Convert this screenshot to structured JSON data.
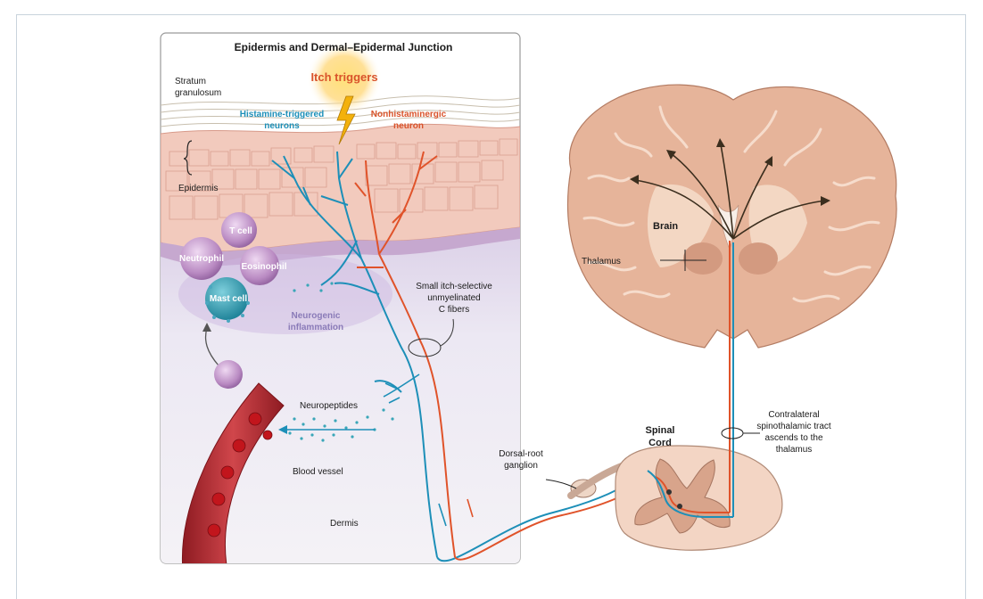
{
  "panel": {
    "title": "Epidermis and Dermal–Epidermal Junction"
  },
  "labels": {
    "itch_triggers": "Itch triggers",
    "stratum_1": "Stratum",
    "stratum_2": "granulosum",
    "epidermis": "Epidermis",
    "histamine_1": "Histamine-triggered",
    "histamine_2": "neurons",
    "nonhist_1": "Nonhistaminergic",
    "nonhist_2": "neuron",
    "t_cell": "T cell",
    "neutrophil": "Neutrophil",
    "eosinophil": "Eosinophil",
    "mast_cell": "Mast cell",
    "neurogenic_1": "Neurogenic",
    "neurogenic_2": "inflammation",
    "cfibers_1": "Small itch-selective",
    "cfibers_2": "unmyelinated",
    "cfibers_3": "C fibers",
    "neuropeptides": "Neuropeptides",
    "blood_vessel": "Blood vessel",
    "dermis": "Dermis",
    "dorsal_1": "Dorsal-root",
    "dorsal_2": "ganglion",
    "spinal_1": "Spinal",
    "spinal_2": "Cord",
    "brain": "Brain",
    "thalamus": "Thalamus",
    "tract_1": "Contralateral",
    "tract_2": "spinothalamic tract",
    "tract_3": "ascends to the",
    "tract_4": "thalamus"
  },
  "colors": {
    "histamine_neuron": "#1d8fb8",
    "nonhistaminergic_neuron": "#e0532a",
    "brain_tissue": "#e6b49a",
    "skin": "#f1c7bc",
    "dermis": "#e9e4f1",
    "blood_vessel": "#b0262c",
    "frame_border": "#c9d3dc"
  }
}
